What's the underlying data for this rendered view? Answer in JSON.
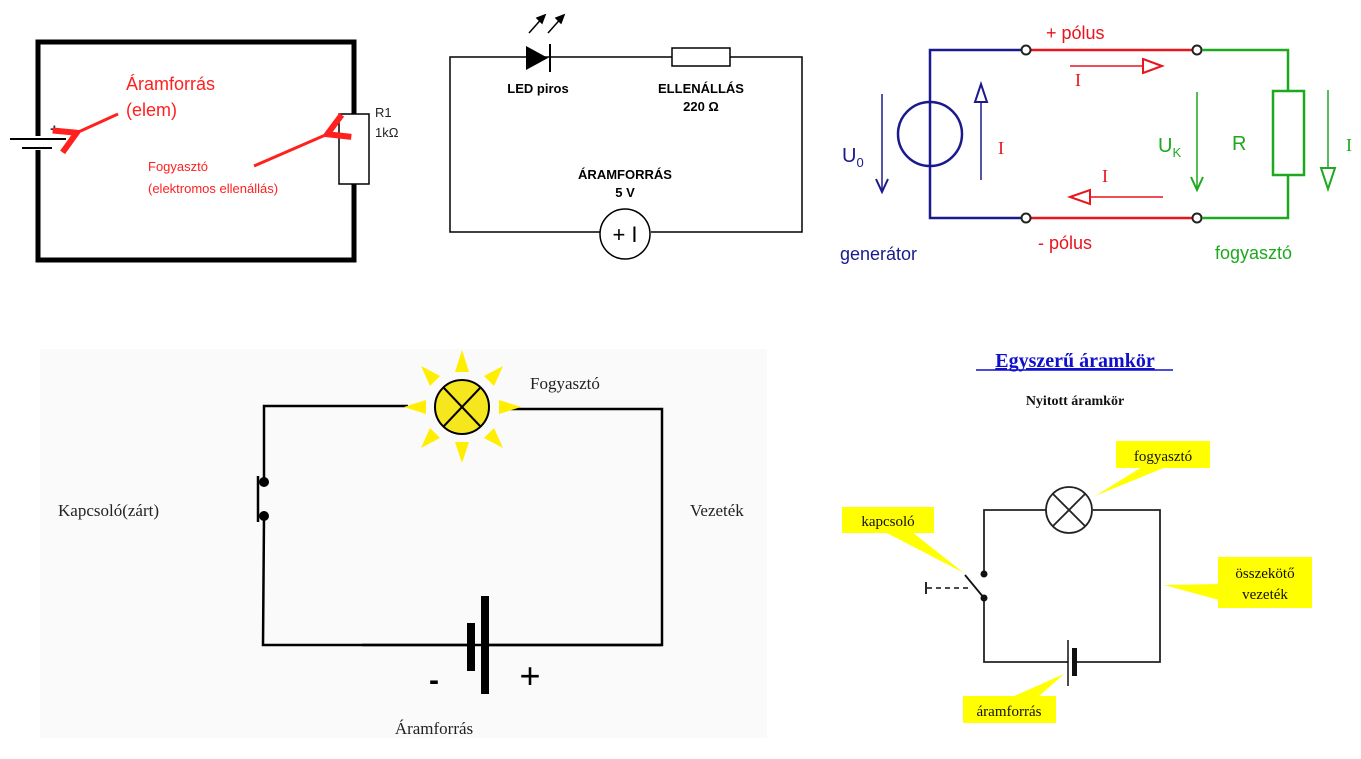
{
  "diagram1": {
    "source_label_line1": "Áramforrás",
    "source_label_line2": "(elem)",
    "plus_sign": "+",
    "resistor_name": "R1",
    "resistor_value": "1kΩ",
    "consumer_label_line1": "Fogyasztó",
    "consumer_label_line2": "(elektromos ellenállás)",
    "colors": {
      "wire": "#000000",
      "label": "#ff2020"
    }
  },
  "diagram2": {
    "led_label": "LED piros",
    "resistor_label": "ELLENÁLLÁS",
    "resistor_value": "220 Ω",
    "source_label": "ÁRAMFORRÁS",
    "source_value": "5 V",
    "source_symbol": "+ I"
  },
  "diagram3": {
    "plus_pole": "+ pólus",
    "minus_pole": "- pólus",
    "generator_label": "generátor",
    "consumer_label": "fogyasztó",
    "u0_label": "U",
    "u0_sub": "0",
    "uk_label": "U",
    "uk_sub": "K",
    "r_label": "R",
    "current_top": "I",
    "current_bottom": "I",
    "current_gen": "I",
    "current_load": "I",
    "colors": {
      "generator": "#1a1a8c",
      "pole": "#e8141e",
      "consumer": "#1ea81e"
    }
  },
  "diagram4": {
    "consumer_label": "Fogyasztó",
    "switch_label": "Kapcsoló(zárt)",
    "wire_label": "Vezeték",
    "source_label": "Áramforrás",
    "minus_sign": "-",
    "plus_sign": "+",
    "colors": {
      "lamp": "#f5e61e",
      "rays": "#ffee00",
      "background": "#fafafa"
    }
  },
  "diagram5": {
    "title": "Egyszerű áramkör",
    "subtitle": "Nyitott áramkör",
    "consumer_callout": "fogyasztó",
    "switch_callout": "kapcsoló",
    "wire_callout_line1": "összekötő",
    "wire_callout_line2": "vezeték",
    "source_callout": "áramforrás",
    "colors": {
      "title": "#1010cc",
      "callout": "#ffff00"
    }
  }
}
